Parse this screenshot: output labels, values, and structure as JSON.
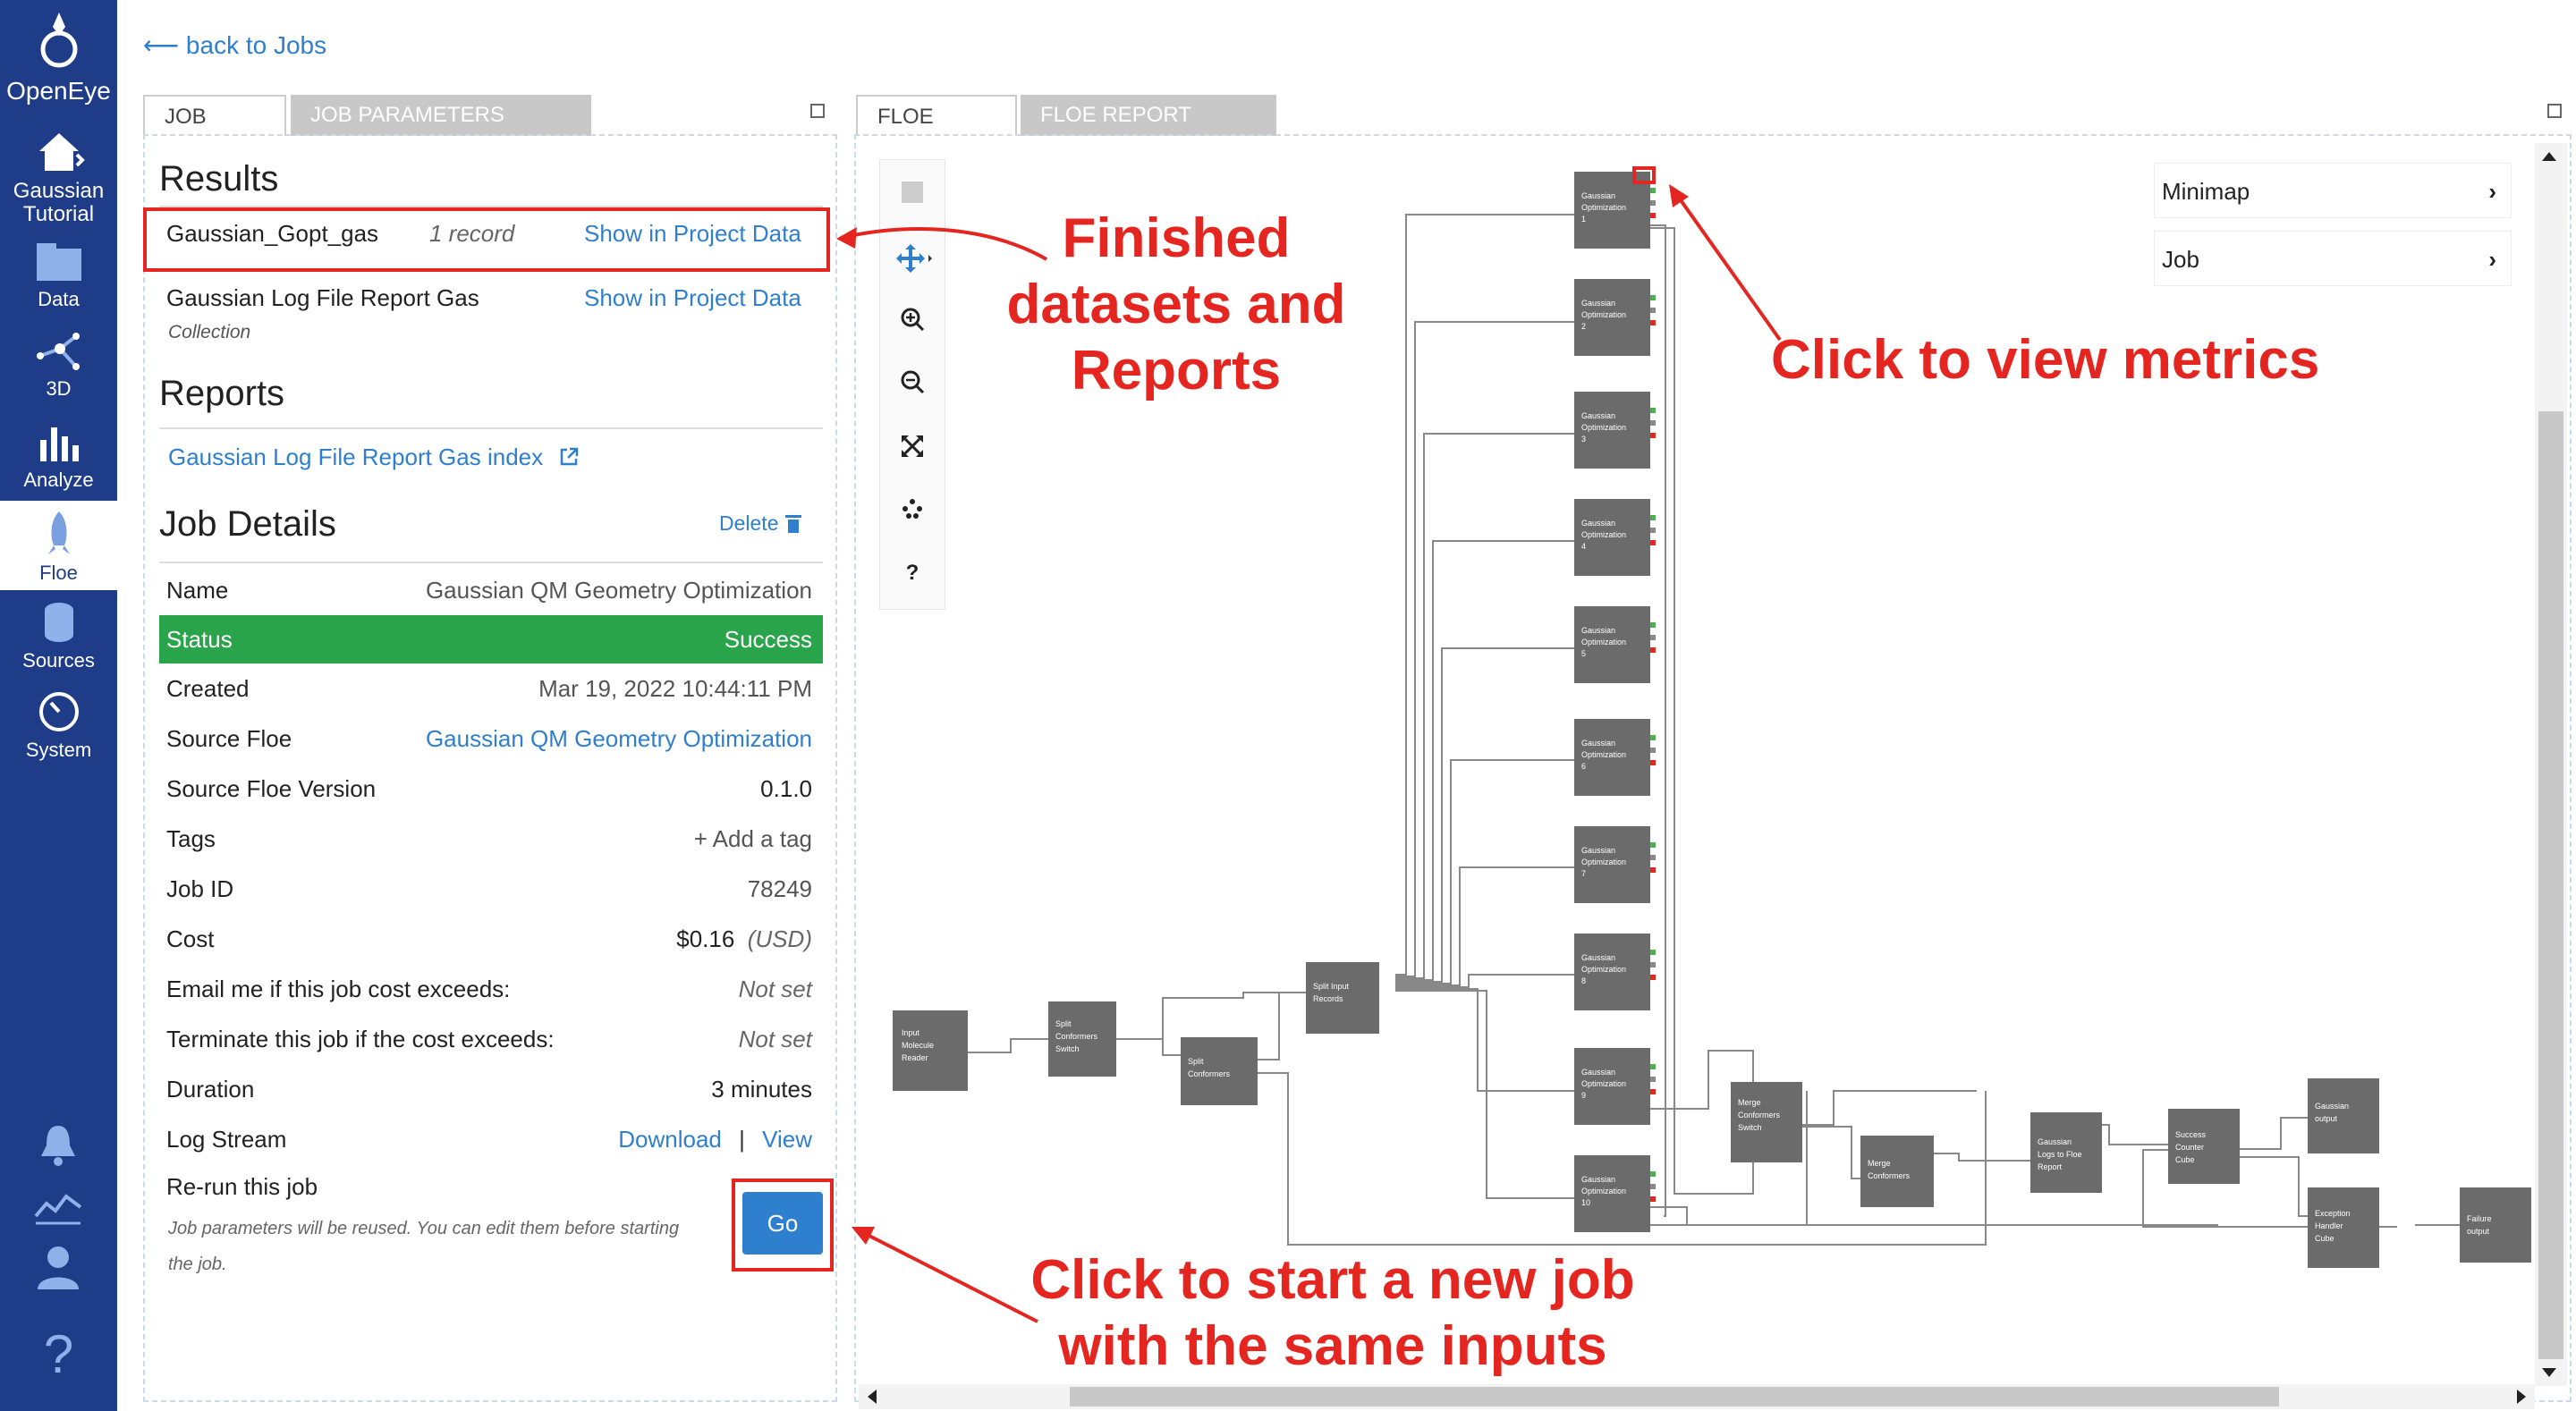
{
  "nav": {
    "brand": "OpenEye",
    "items": [
      {
        "label": "Gaussian\nTutorial"
      },
      {
        "label": "Data"
      },
      {
        "label": "3D"
      },
      {
        "label": "Analyze"
      },
      {
        "label": "Floe"
      },
      {
        "label": "Sources"
      },
      {
        "label": "System"
      }
    ]
  },
  "back_link": "back to Jobs",
  "left_tabs": [
    "JOB",
    "JOB PARAMETERS"
  ],
  "right_tabs": [
    "FLOE",
    "FLOE REPORT"
  ],
  "results": {
    "title": "Results",
    "items": [
      {
        "name": "Gaussian_Gopt_gas",
        "count": "1 record",
        "action": "Show in Project Data"
      },
      {
        "name": "Gaussian Log File Report Gas",
        "sub": "Collection",
        "action": "Show in Project Data"
      }
    ]
  },
  "reports": {
    "title": "Reports",
    "link": "Gaussian Log File Report Gas index"
  },
  "job_details": {
    "title": "Job Details",
    "delete_label": "Delete",
    "rows": [
      {
        "k": "Name",
        "v": "Gaussian QM Geometry Optimization"
      },
      {
        "k": "Status",
        "v": "Success"
      },
      {
        "k": "Created",
        "v": "Mar 19, 2022 10:44:11 PM"
      },
      {
        "k": "Source Floe",
        "v": "Gaussian QM Geometry Optimization"
      },
      {
        "k": "Source Floe Version",
        "v": "0.1.0"
      },
      {
        "k": "Tags",
        "v": "+ Add a tag"
      },
      {
        "k": "Job ID",
        "v": "78249"
      },
      {
        "k": "Cost",
        "v": "$0.16",
        "unit": "(USD)"
      },
      {
        "k": "Email me if this job cost exceeds:",
        "v": "Not set"
      },
      {
        "k": "Terminate this job if the cost exceeds:",
        "v": "Not set"
      },
      {
        "k": "Duration",
        "v": "3 minutes"
      },
      {
        "k": "Log Stream",
        "download": "Download",
        "sep": "|",
        "view": "View"
      }
    ],
    "rerun_label": "Re-run this job",
    "rerun_note": "Job parameters will be reused. You can edit them before starting the job.",
    "go_label": "Go"
  },
  "floe_panel": {
    "minimap_label": "Minimap",
    "job_label": "Job",
    "help_label": "?"
  },
  "graph_nodes": {
    "input": "Input\nMolecule\nReader",
    "split_switch": "Split\nConformers\nSwitch",
    "split_conf": "Split\nConformers",
    "split_input": "Split Input\nRecords",
    "gauss_opt": "Gaussian\nOptimization",
    "opt_numbers": [
      "1",
      "2",
      "3",
      "4",
      "5",
      "6",
      "7",
      "8",
      "9",
      "10"
    ],
    "merge_switch": "Merge\nConformers\nSwitch",
    "merge_conf": "Merge\nConformers",
    "logs_report": "Gaussian\nLogs to Floe\nReport",
    "success_counter": "Success\nCounter\nCube",
    "gauss_output": "Gaussian\noutput",
    "exception": "Exception\nHandler\nCube",
    "failure": "Failure\noutput"
  },
  "annotations": {
    "finished": "Finished\ndatasets and\nReports",
    "metrics": "Click to view metrics",
    "rerun": "Click to start a new job\nwith the same inputs"
  },
  "colors": {
    "nav_bg": "#1f3c88",
    "link": "#2f7fcf",
    "success": "#2aa44a",
    "annotation": "#e52620",
    "go_button": "#2f7fcf"
  }
}
